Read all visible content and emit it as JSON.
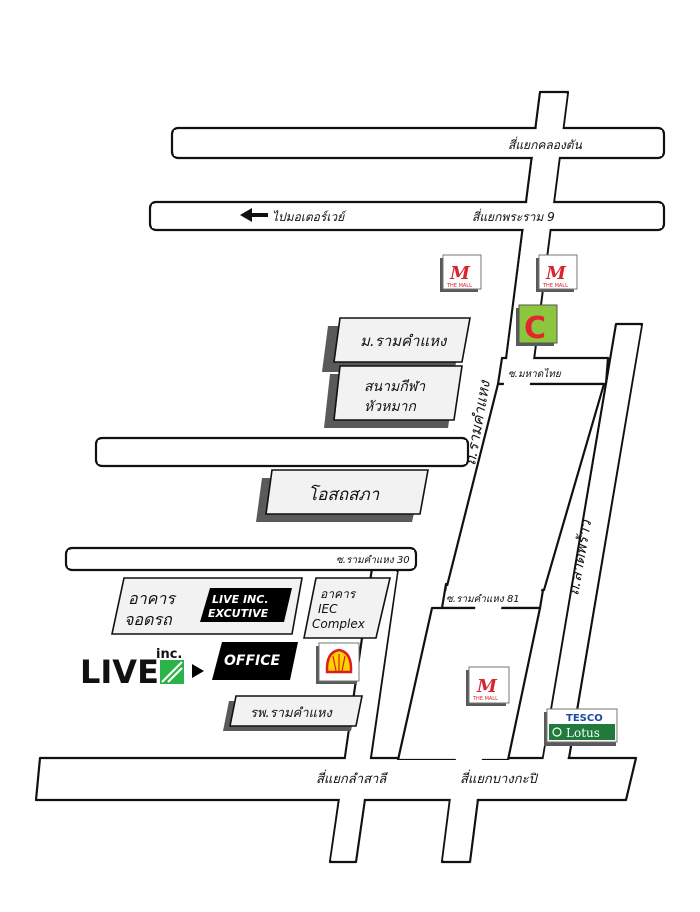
{
  "roads": {
    "khlong_tan": "สี่แยกคลองตัน",
    "phra_ram_9": "สี่แยกพระราม 9",
    "to_motorway": "ไปมอเตอร์เวย์",
    "ramkhamhaeng_road": "ถ.รามคำแหง",
    "lat_phrao_road": "ถ.ลาดพร้าว",
    "soi_mahatthai": "ซ.มหาดไทย",
    "soi_ram_30": "ซ.รามคำแหง 30",
    "soi_ram_81": "ซ.รามคำแหง 81",
    "lam_sali": "สี่แยกลำสาลี",
    "bang_kapi": "สี่แยกบางกะปิ"
  },
  "places": {
    "ramkhamhaeng_univ": "ม.รามคำแหง",
    "stadium_line1": "สนามกีฬา",
    "stadium_line2": "หัวหมาก",
    "osotsapa": "โอสถสภา",
    "jodrot_line1": "อาคาร",
    "jodrot_line2": "จอดรถ",
    "live_exec_line1": "LIVE INC.",
    "live_exec_line2": "EXCUTIVE",
    "iec_line1": "อาคาร",
    "iec_line2": "IEC",
    "iec_line3": "Complex",
    "office": "OFFICE",
    "hospital": "รพ.รามคำแหง"
  },
  "logos": {
    "mall_text": "THE MALL",
    "tesco_line1": "TESCO",
    "tesco_line2": "Lotus",
    "live_brand": "LIVE",
    "live_inc": "inc."
  },
  "colors": {
    "mall_red": "#d8262f",
    "bigc_green": "#8cc63f",
    "bigc_red": "#e3262e",
    "shell_yellow": "#ffd200",
    "shell_red": "#dd1d21",
    "live_green": "#2bb34a",
    "tesco_blue": "#1a4aa0",
    "lotus_green": "#1f7a3c"
  }
}
